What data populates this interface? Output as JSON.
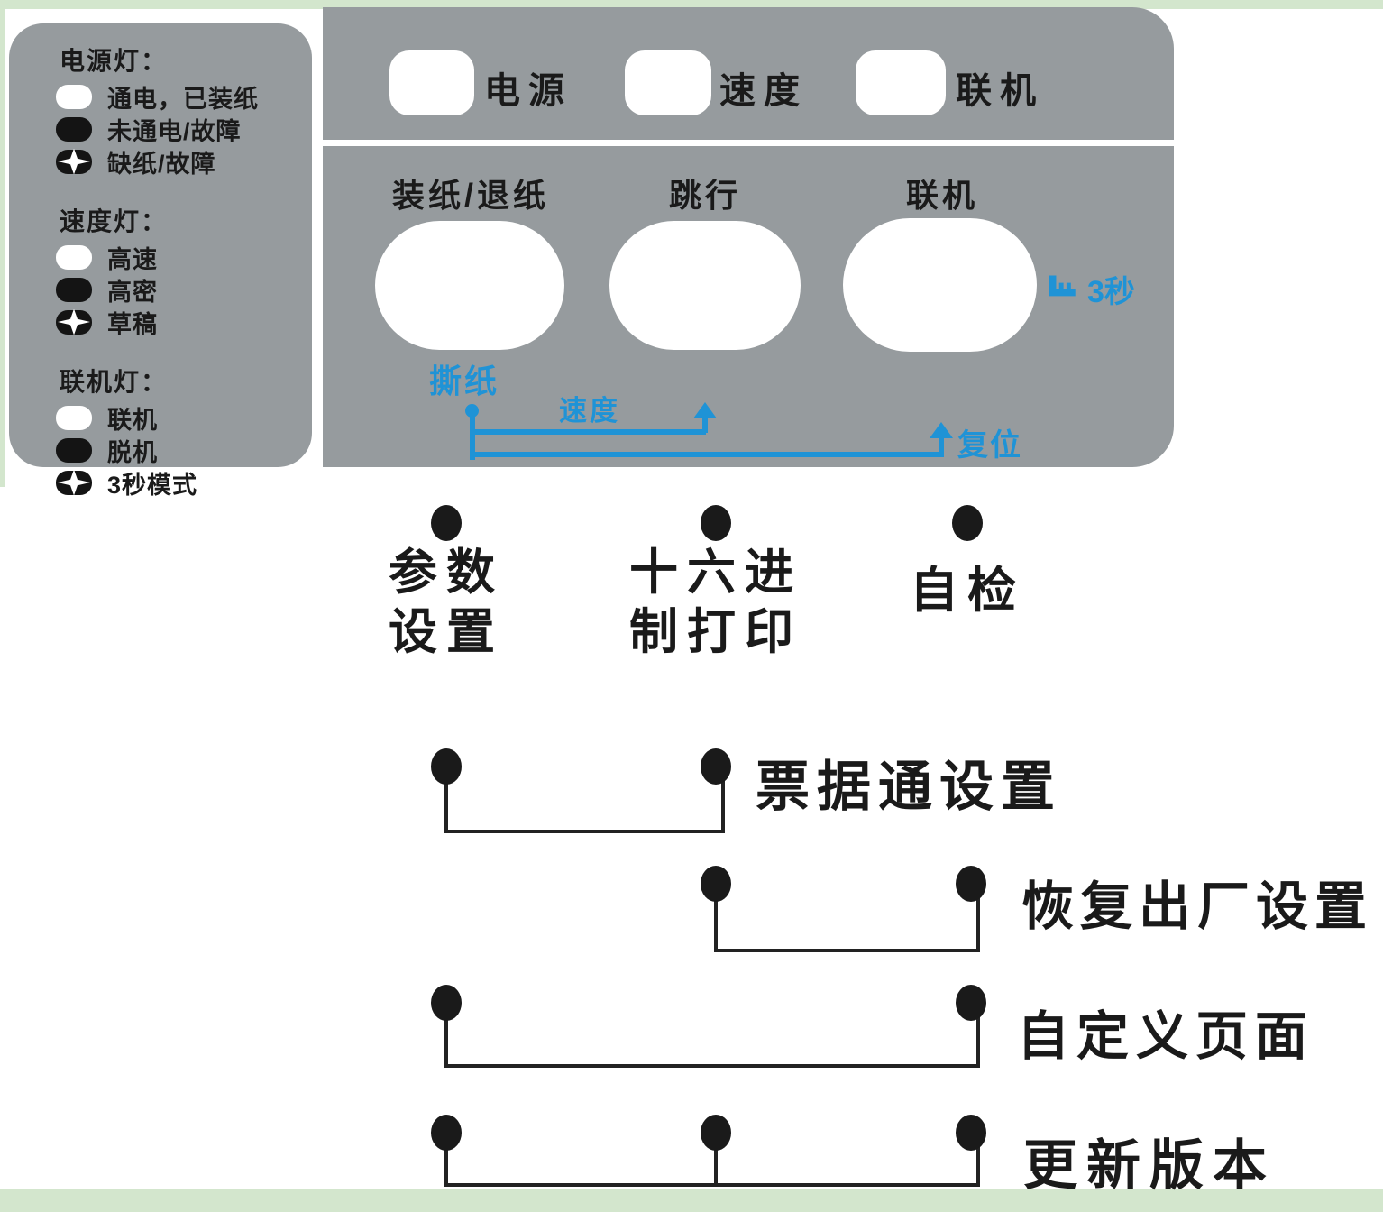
{
  "colors": {
    "frame_green": "#d3e6cd",
    "panel_gray": "#969b9e",
    "accent_blue": "#1f93d6",
    "led_white": "#ffffff",
    "led_black": "#141414",
    "dot_black": "#1a1a1a"
  },
  "legend": {
    "groups": [
      {
        "title": "电源灯：",
        "items": [
          {
            "icon": "led-white-icon",
            "label": "通电，已装纸"
          },
          {
            "icon": "led-black-icon",
            "label": "未通电/故障"
          },
          {
            "icon": "led-blink-icon",
            "label": "缺纸/故障"
          }
        ]
      },
      {
        "title": "速度灯：",
        "items": [
          {
            "icon": "led-white-icon",
            "label": "高速"
          },
          {
            "icon": "led-black-icon",
            "label": "高密"
          },
          {
            "icon": "led-blink-icon",
            "label": "草稿"
          }
        ]
      },
      {
        "title": "联机灯：",
        "items": [
          {
            "icon": "led-white-icon",
            "label": "联机"
          },
          {
            "icon": "led-black-icon",
            "label": "脱机"
          },
          {
            "icon": "led-blink-icon",
            "label": "3秒模式"
          }
        ]
      }
    ]
  },
  "control_panel": {
    "lights": [
      {
        "label": "电源"
      },
      {
        "label": "速度"
      },
      {
        "label": "联机"
      }
    ],
    "buttons": [
      {
        "label": "装纸/退纸"
      },
      {
        "label": "跳行"
      },
      {
        "label": "联机"
      }
    ],
    "hold_hint": "3秒",
    "annotations": {
      "tear_off": "撕纸",
      "speed": "速度",
      "reset": "复位"
    }
  },
  "combinations": {
    "functions": [
      {
        "line1": "参数",
        "line2": "设置"
      },
      {
        "line1": "十六进",
        "line2": "制打印"
      },
      {
        "line1": "自检",
        "line2": ""
      }
    ],
    "rows": [
      {
        "label": "票据通设置"
      },
      {
        "label": "恢复出厂设置"
      },
      {
        "label": "自定义页面"
      },
      {
        "label": "更新版本"
      }
    ]
  }
}
